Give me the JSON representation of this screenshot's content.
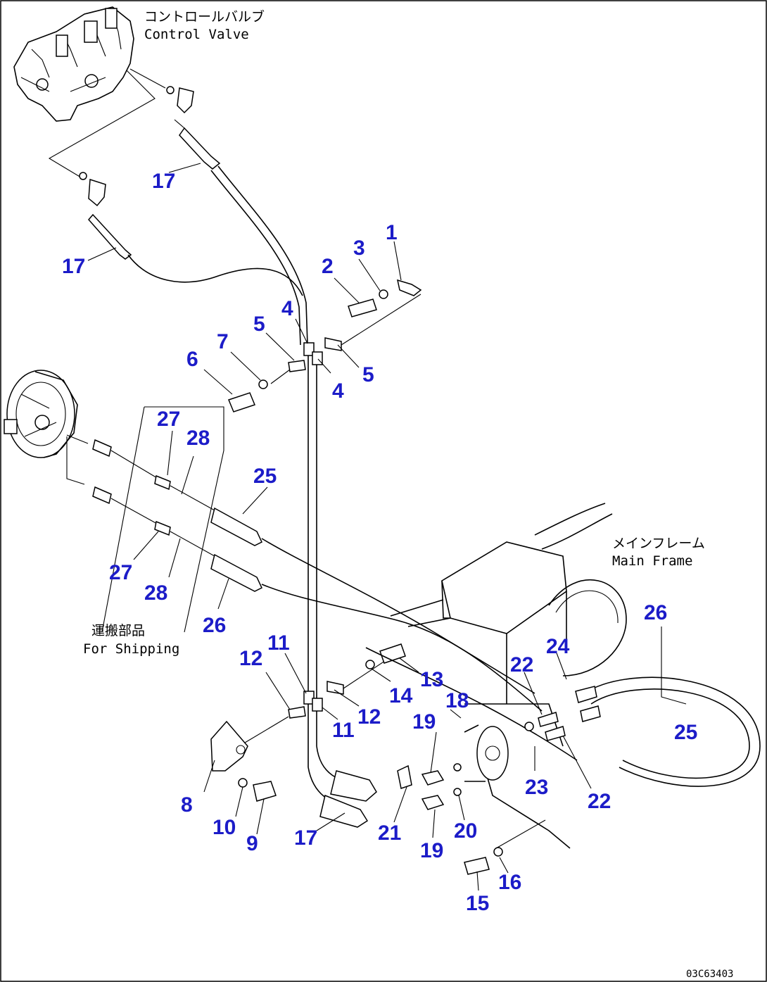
{
  "colors": {
    "callout": "#1c1cc8",
    "line": "#000000"
  },
  "notes": {
    "control_valve_jp": "コントロールバルブ",
    "control_valve_en": "Control Valve",
    "main_frame_jp": "メインフレーム",
    "main_frame_en": "Main Frame",
    "shipping_jp": "運搬部品",
    "shipping_en": "For Shipping"
  },
  "drawing_code": "03C63403",
  "callouts": [
    {
      "id": "c1",
      "text": "1"
    },
    {
      "id": "c2",
      "text": "2"
    },
    {
      "id": "c3",
      "text": "3"
    },
    {
      "id": "c4a",
      "text": "4"
    },
    {
      "id": "c4b",
      "text": "4"
    },
    {
      "id": "c5a",
      "text": "5"
    },
    {
      "id": "c5b",
      "text": "5"
    },
    {
      "id": "c6",
      "text": "6"
    },
    {
      "id": "c7",
      "text": "7"
    },
    {
      "id": "c8",
      "text": "8"
    },
    {
      "id": "c9",
      "text": "9"
    },
    {
      "id": "c10",
      "text": "10"
    },
    {
      "id": "c11a",
      "text": "11"
    },
    {
      "id": "c11b",
      "text": "11"
    },
    {
      "id": "c12a",
      "text": "12"
    },
    {
      "id": "c12b",
      "text": "12"
    },
    {
      "id": "c13",
      "text": "13"
    },
    {
      "id": "c14",
      "text": "14"
    },
    {
      "id": "c15",
      "text": "15"
    },
    {
      "id": "c16",
      "text": "16"
    },
    {
      "id": "c17a",
      "text": "17"
    },
    {
      "id": "c17b",
      "text": "17"
    },
    {
      "id": "c17c",
      "text": "17"
    },
    {
      "id": "c18",
      "text": "18"
    },
    {
      "id": "c19a",
      "text": "19"
    },
    {
      "id": "c19b",
      "text": "19"
    },
    {
      "id": "c20",
      "text": "20"
    },
    {
      "id": "c21",
      "text": "21"
    },
    {
      "id": "c22a",
      "text": "22"
    },
    {
      "id": "c22b",
      "text": "22"
    },
    {
      "id": "c23",
      "text": "23"
    },
    {
      "id": "c24",
      "text": "24"
    },
    {
      "id": "c25a",
      "text": "25"
    },
    {
      "id": "c25b",
      "text": "25"
    },
    {
      "id": "c26a",
      "text": "26"
    },
    {
      "id": "c26b",
      "text": "26"
    },
    {
      "id": "c27a",
      "text": "27"
    },
    {
      "id": "c27b",
      "text": "27"
    },
    {
      "id": "c28a",
      "text": "28"
    },
    {
      "id": "c28b",
      "text": "28"
    }
  ]
}
